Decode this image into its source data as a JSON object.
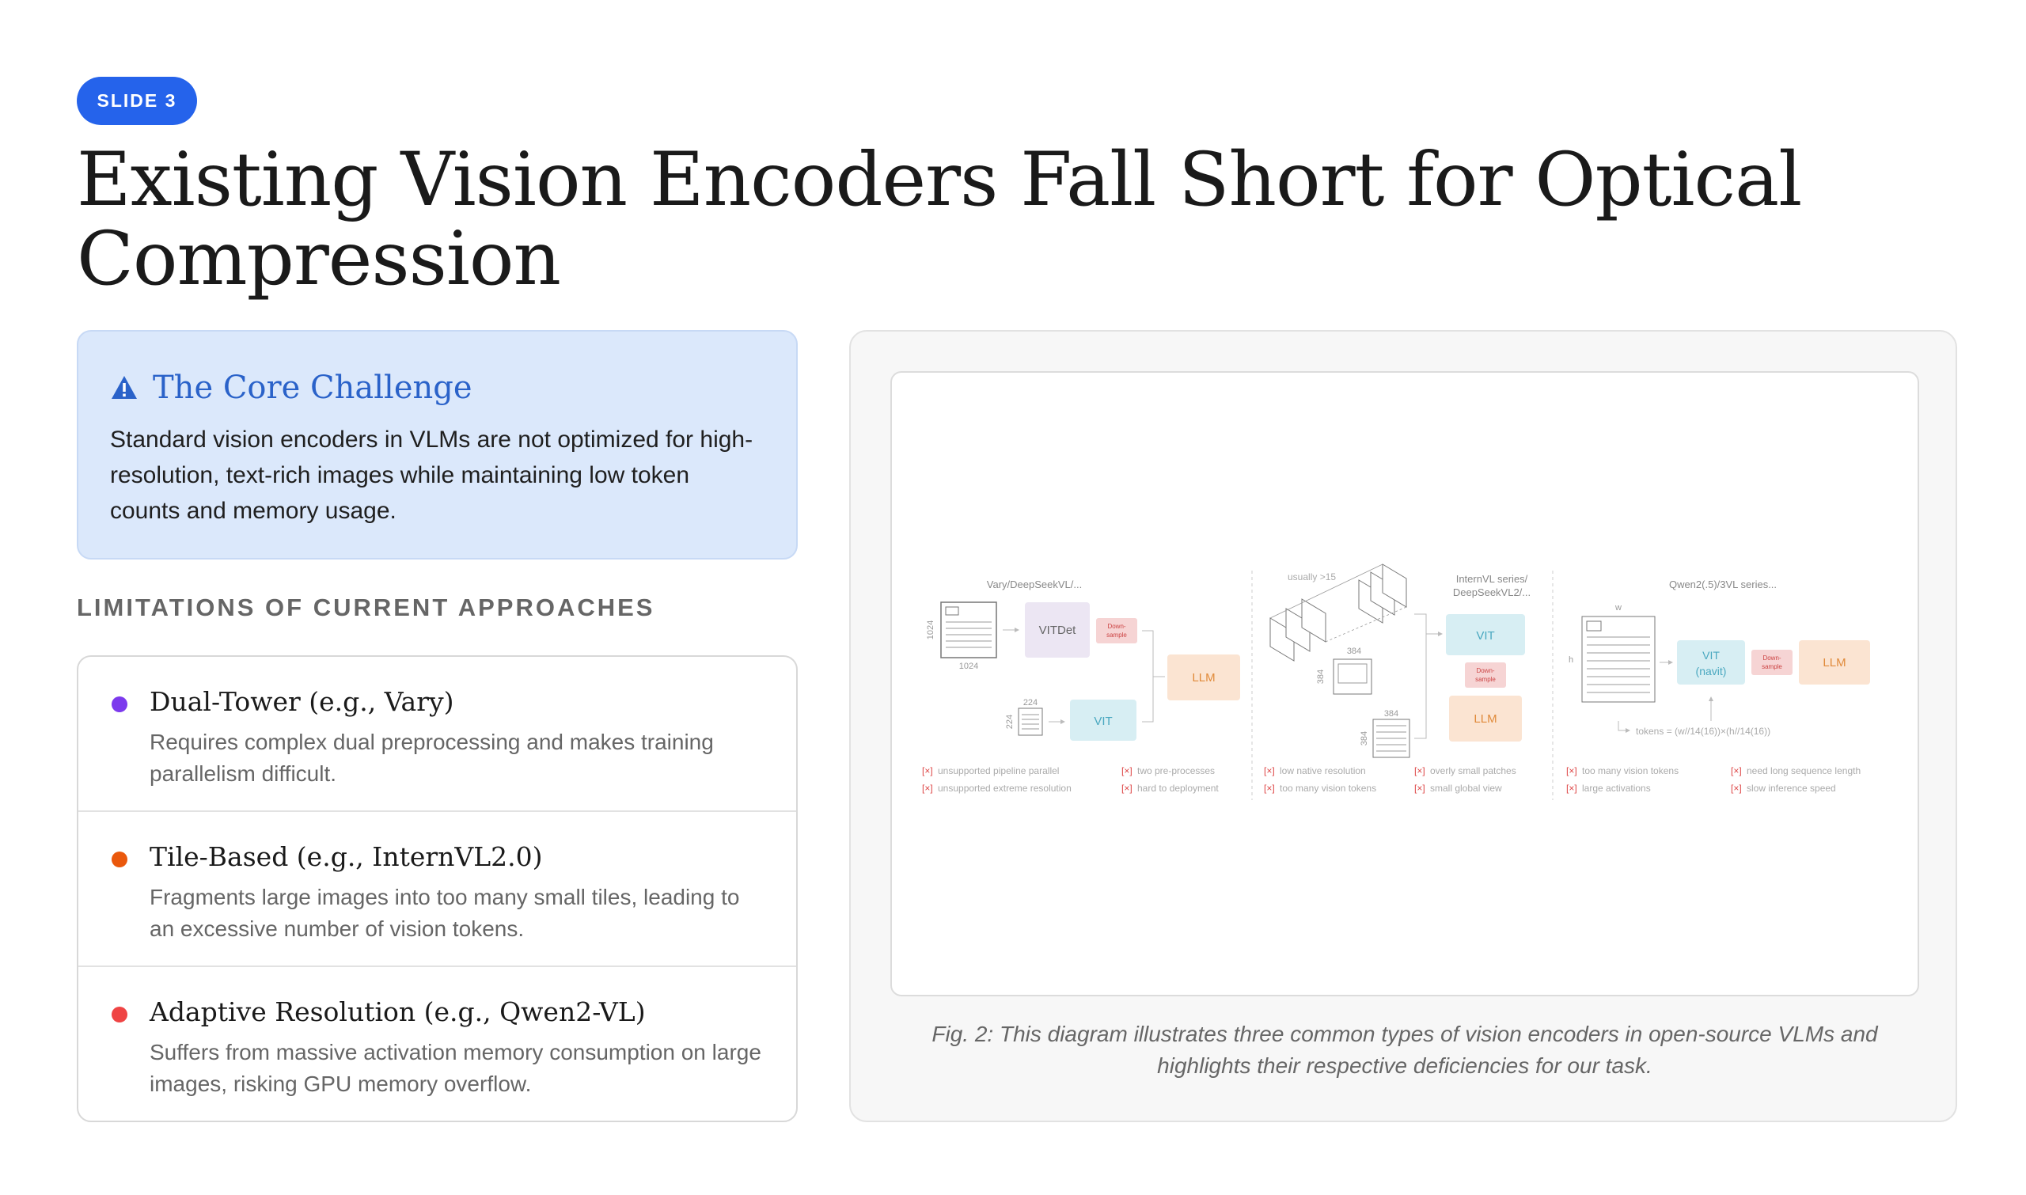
{
  "slide_badge": "SLIDE 3",
  "title": "Existing Vision Encoders Fall Short for Optical Compression",
  "challenge": {
    "icon": "warning-icon",
    "title": "The Core Challenge",
    "text": "Standard vision encoders in VLMs are not optimized for high-resolution, text-rich images while maintaining low token counts and memory usage."
  },
  "limitations_label": "LIMITATIONS OF CURRENT APPROACHES",
  "limitations": [
    {
      "title": "Dual-Tower (e.g., Vary)",
      "desc": "Requires complex dual preprocessing and makes training parallelism difficult.",
      "color": "#7c3aed"
    },
    {
      "title": "Tile-Based (e.g., InternVL2.0)",
      "desc": "Fragments large images into too many small tiles, leading to an excessive number of vision tokens.",
      "color": "#ea580c"
    },
    {
      "title": "Adaptive Resolution (e.g., Qwen2-VL)",
      "desc": "Suffers from massive activation memory consumption on large images, risking GPU memory overflow.",
      "color": "#ef4444"
    }
  ],
  "figure": {
    "caption": "Fig. 2: This diagram illustrates three common types of vision encoders in open-source VLMs and highlights their respective deficiencies for our task.",
    "panels": [
      {
        "header": "Vary/DeepSeekVL/...",
        "dim_a": "1024",
        "dim_b": "1024",
        "dim_c": "224",
        "dim_d": "224",
        "box_vitdet": "VITDet",
        "box_down": [
          "Down-",
          "sample"
        ],
        "box_vit": "VIT",
        "box_llm": "LLM",
        "issues": [
          "unsupported pipeline  parallel",
          "unsupported extreme resolution",
          "two pre-processes",
          "hard to deployment"
        ]
      },
      {
        "header": [
          "InternVL series/",
          "DeepSeekVL2/..."
        ],
        "note": "usually >15",
        "dim_a": "384",
        "dim_b": "384",
        "dim_c": "384",
        "dim_d": "384",
        "box_vit": "VIT",
        "box_down": [
          "Down-",
          "sample"
        ],
        "box_llm": "LLM",
        "issues": [
          "low native resolution",
          "too many vision tokens",
          "overly small patches",
          "small global view"
        ]
      },
      {
        "header": "Qwen2(.5)/3VL series...",
        "dim_w": "w",
        "dim_h": "h",
        "box_vit": [
          "VIT",
          "(navit)"
        ],
        "box_down": [
          "Down-",
          "sample"
        ],
        "box_llm": "LLM",
        "tokens": "tokens = (w//14(16))×(h//14(16))",
        "issues": [
          "too many vision tokens",
          "large activations",
          "need long sequence length",
          "slow inference speed"
        ]
      }
    ],
    "issue_marker": "[×]"
  },
  "colors": {
    "accent": "#2563eb",
    "challenge_bg": "#dbe8fb",
    "challenge_title": "#2a62c9"
  }
}
